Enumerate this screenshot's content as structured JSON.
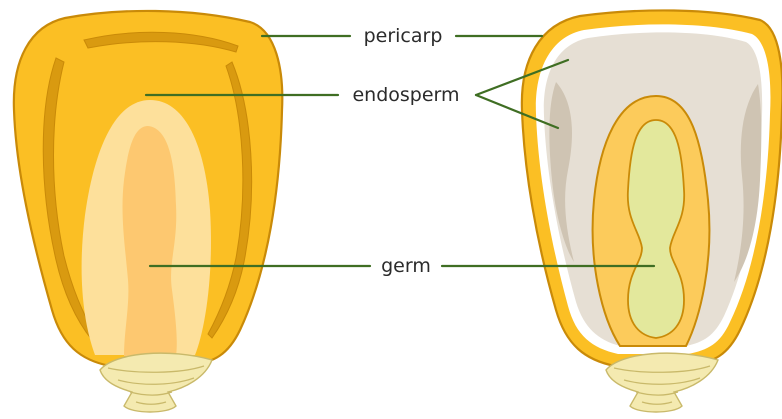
{
  "labels": {
    "pericarp": "pericarp",
    "endosperm": "endosperm",
    "germ": "germ"
  },
  "colors": {
    "pericarp_fill": "#fbbf24",
    "pericarp_stroke": "#c98a08",
    "pericarp_ridge": "#d99a10",
    "endosperm_outer": "#fde09b",
    "endosperm_inner": "#fdc870",
    "section_endosperm": "#e6dfd4",
    "section_endosperm_shadow": "#cfc4b3",
    "germ_outer": "#fccb5b",
    "germ_inner": "#e3e89c",
    "tip_cap": "#f4eab0",
    "leader_line": "#3f6e23"
  }
}
